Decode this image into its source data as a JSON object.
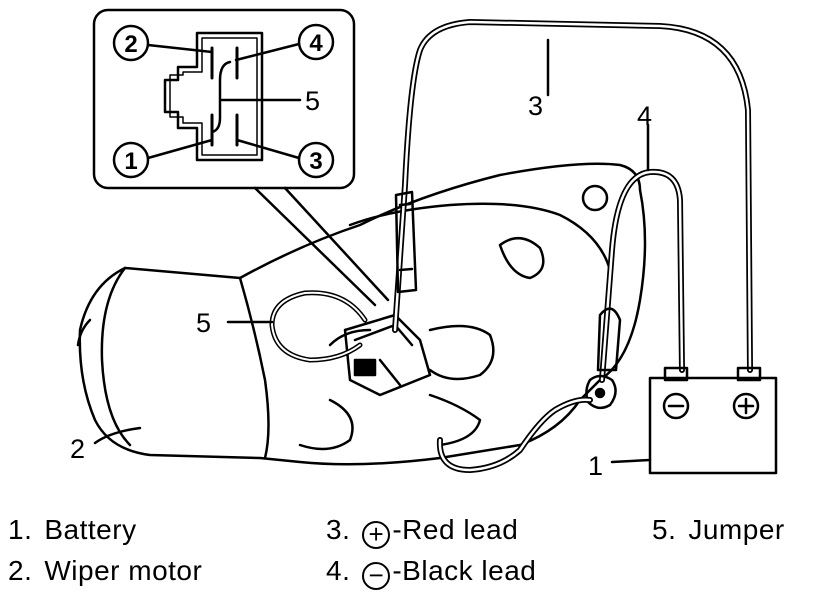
{
  "diagram": {
    "connector_pins": [
      "2",
      "4",
      "5",
      "1",
      "3"
    ],
    "callouts": [
      "3",
      "4",
      "5",
      "2",
      "1"
    ],
    "battery_terminals": [
      "⊖",
      "⊕"
    ]
  },
  "legend": [
    {
      "num": "1.",
      "text": "Battery"
    },
    {
      "num": "2.",
      "text": "Wiper motor"
    },
    {
      "num": "3.",
      "symbol": "+",
      "text": "-Red lead"
    },
    {
      "num": "4.",
      "symbol": "−",
      "text": "-Black lead"
    },
    {
      "num": "5.",
      "text": "Jumper"
    }
  ]
}
